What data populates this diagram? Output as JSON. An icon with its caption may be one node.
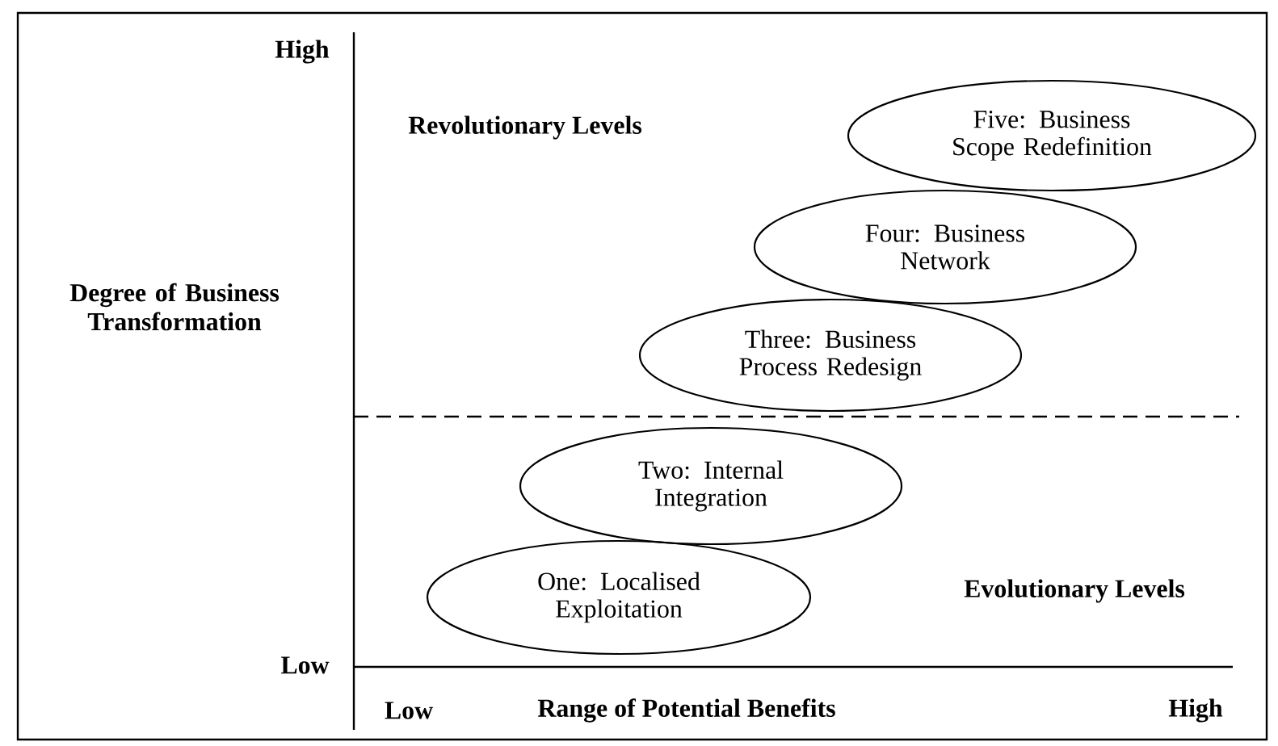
{
  "diagram": {
    "nodes": [
      {
        "text": [
          "Five: Business Scope Redefinition"
        ]
      },
      {
        "text": [
          "Four: Business Network"
        ]
      },
      {
        "text": [
          "Three: Business Process Redesign"
        ]
      },
      {
        "text": [
          "Two: Internal Integration"
        ]
      },
      {
        "text": [
          "One: Localised Exploitation"
        ]
      }
    ],
    "labels": [
      "High",
      "Revolutionary Levels",
      "Degree of Business Transformation",
      "Low",
      "Evolutionary Levels",
      "Low",
      "Range of Potential Benefits",
      "High"
    ]
  }
}
